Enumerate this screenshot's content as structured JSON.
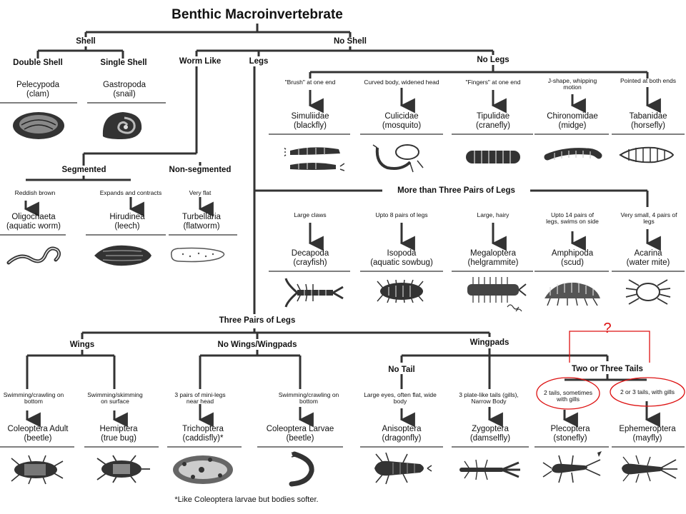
{
  "title": "Benthic Macroinvertebrate",
  "groups": {
    "shell": "Shell",
    "no_shell": "No Shell",
    "double_shell": "Double Shell",
    "single_shell": "Single Shell",
    "worm_like": "Worm Like",
    "legs": "Legs",
    "no_legs": "No Legs",
    "segmented": "Segmented",
    "non_segmented": "Non-segmented",
    "more_than_three": "More than Three Pairs of Legs",
    "three_pairs": "Three Pairs of Legs",
    "wings": "Wings",
    "no_wings": "No Wings/Wingpads",
    "wingpads": "Wingpads",
    "no_tail": "No Tail",
    "two_three_tails": "Two or Three Tails"
  },
  "organisms": {
    "pelecypoda": {
      "name": "Pelecypoda\n(clam)",
      "icon": "clam-icon"
    },
    "gastropoda": {
      "name": "Gastropoda\n(snail)",
      "icon": "snail-icon"
    },
    "simuliidae": {
      "desc": "\"Brush\" at one end",
      "name": "Simuliidae\n(blackfly)",
      "icon": "blackfly-larva-icon"
    },
    "culicidae": {
      "desc": "Curved body, widened head",
      "name": "Culicidae\n(mosquito)",
      "icon": "mosquito-larva-icon"
    },
    "tipulidae": {
      "desc": "\"Fingers\" at one end",
      "name": "Tipulidae\n(cranefly)",
      "icon": "cranefly-larva-icon"
    },
    "chironomidae": {
      "desc": "J-shape, whipping\nmotion",
      "name": "Chironomidae\n(midge)",
      "icon": "midge-larva-icon"
    },
    "tabanidae": {
      "desc": "Pointed at both ends",
      "name": "Tabanidae\n(horsefly)",
      "icon": "horsefly-larva-icon"
    },
    "oligochaeta": {
      "desc": "Reddish brown",
      "name": "Oligochaeta\n(aquatic worm)",
      "icon": "worm-icon"
    },
    "hirudinea": {
      "desc": "Expands and contracts",
      "name": "Hirudinea\n(leech)",
      "icon": "leech-icon"
    },
    "turbellaria": {
      "desc": "Very flat",
      "name": "Turbellaria\n(flatworm)",
      "icon": "flatworm-icon"
    },
    "decapoda": {
      "desc": "Large claws",
      "name": "Decapoda\n(crayfish)",
      "icon": "crayfish-icon"
    },
    "isopoda": {
      "desc": "Upto 8 pairs of legs",
      "name": "Isopoda\n(aquatic sowbug)",
      "icon": "sowbug-icon"
    },
    "megaloptera": {
      "desc": "Large, hairy",
      "name": "Megaloptera\n(helgrammite)",
      "icon": "hellgrammite-icon"
    },
    "amphipoda": {
      "desc": "Upto 14 pairs of\nlegs, swims on side",
      "name": "Amphipoda\n(scud)",
      "icon": "scud-icon"
    },
    "acarina": {
      "desc": "Very small, 4 pairs of\nlegs",
      "name": "Acarina\n(water mite)",
      "icon": "water-mite-icon"
    },
    "coleoptera_adult": {
      "desc": "Swimming/crawling on\nbottom",
      "name": "Coleoptera Adult\n(beetle)",
      "icon": "beetle-icon"
    },
    "hemiptera": {
      "desc": "Swimming/skimming\non surface",
      "name": "Hemiptera\n(true bug)",
      "icon": "true-bug-icon"
    },
    "trichoptera": {
      "desc": "3 pairs of mini-legs\nnear head",
      "name": "Trichoptera\n(caddisfly)*",
      "icon": "caddisfly-icon"
    },
    "coleoptera_larvae": {
      "desc": "Swimming/crawling on\nbottom",
      "name": "Coleoptera Larvae\n(beetle)",
      "icon": "beetle-larva-icon"
    },
    "anisoptera": {
      "desc": "Large eyes, often flat, wide\nbody",
      "name": "Anisoptera\n(dragonfly)",
      "icon": "dragonfly-nymph-icon"
    },
    "zygoptera": {
      "desc": "3 plate-like tails (gills),\nNarrow Body",
      "name": "Zygoptera\n(damselfly)",
      "icon": "damselfly-nymph-icon"
    },
    "plecoptera": {
      "desc": "2 tails, sometimes\nwith gills",
      "name": "Plecoptera\n(stonefly)",
      "icon": "stonefly-nymph-icon"
    },
    "ephemeroptera": {
      "desc": "2 or 3 tails, with gills",
      "name": "Ephemeroptera\n(mayfly)",
      "icon": "mayfly-nymph-icon"
    }
  },
  "footnote": "*Like Coleoptera larvae but bodies softer.",
  "annotation": {
    "mark": "?",
    "color": "#dd1111"
  },
  "colors": {
    "line": "#333333",
    "highlight": "#dd1111"
  }
}
